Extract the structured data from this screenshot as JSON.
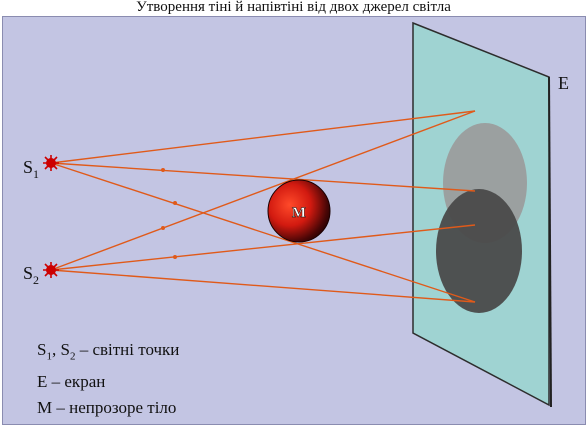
{
  "header": {
    "caption": "Утворення тіні й напівтіні від двох джерел світла"
  },
  "diagram": {
    "source_1_label": "S",
    "source_1_index": "1",
    "source_2_label": "S",
    "source_2_index": "2",
    "screen_label": "E",
    "body_label": "M",
    "colors": {
      "background": "#c3c5e3",
      "rays": "#e05a1a",
      "screen": "#9fd3d2",
      "penumbra": "#9a9a9a",
      "umbra": "#4a4a4a",
      "source": "#cc0000"
    }
  },
  "legend": {
    "row1_s1": "S",
    "row1_s1_index": "1",
    "row1_sep": ", ",
    "row1_s2": "S",
    "row1_s2_index": "2",
    "row1_text": " – світні точки",
    "row2_text": "E – екран",
    "row3_text": "M – непрозоре тіло"
  }
}
